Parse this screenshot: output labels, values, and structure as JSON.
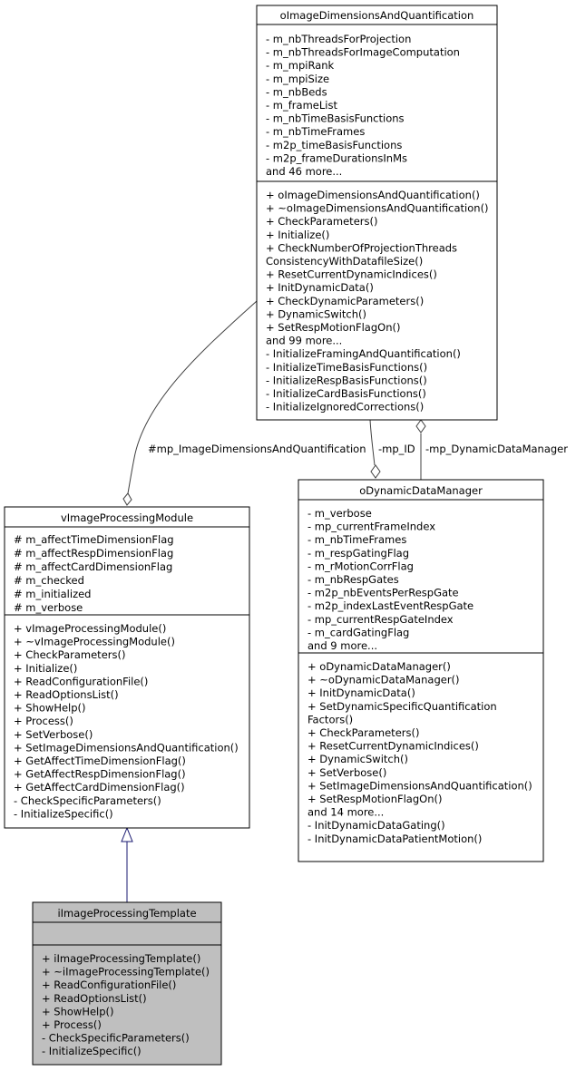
{
  "classes": {
    "image_dimensions": {
      "name": "oImageDimensionsAndQuantification",
      "attributes": [
        "- m_nbThreadsForProjection",
        "- m_nbThreadsForImageComputation",
        "- m_mpiRank",
        "- m_mpiSize",
        "- m_nbBeds",
        "- m_frameList",
        "- m_nbTimeBasisFunctions",
        "- m_nbTimeFrames",
        "- m2p_timeBasisFunctions",
        "- m2p_frameDurationsInMs",
        "and 46 more..."
      ],
      "methods": [
        "+ oImageDimensionsAndQuantification()",
        "+ ~oImageDimensionsAndQuantification()",
        "+ CheckParameters()",
        "+ Initialize()",
        "+ CheckNumberOfProjectionThreads",
        "ConsistencyWithDatafileSize()",
        "+ ResetCurrentDynamicIndices()",
        "+ InitDynamicData()",
        "+ CheckDynamicParameters()",
        "+ DynamicSwitch()",
        "+ SetRespMotionFlagOn()",
        "and 99 more...",
        "- InitializeFramingAndQuantification()",
        "- InitializeTimeBasisFunctions()",
        "- InitializeRespBasisFunctions()",
        "- InitializeCardBasisFunctions()",
        "- InitializeIgnoredCorrections()"
      ]
    },
    "image_processing_module": {
      "name": "vImageProcessingModule",
      "attributes": [
        "# m_affectTimeDimensionFlag",
        "# m_affectRespDimensionFlag",
        "# m_affectCardDimensionFlag",
        "# m_checked",
        "# m_initialized",
        "# m_verbose"
      ],
      "methods": [
        "+ vImageProcessingModule()",
        "+ ~vImageProcessingModule()",
        "+ CheckParameters()",
        "+ Initialize()",
        "+ ReadConfigurationFile()",
        "+ ReadOptionsList()",
        "+ ShowHelp()",
        "+ Process()",
        "+ SetVerbose()",
        "+ SetImageDimensionsAndQuantification()",
        "+ GetAffectTimeDimensionFlag()",
        "+ GetAffectRespDimensionFlag()",
        "+ GetAffectCardDimensionFlag()",
        "- CheckSpecificParameters()",
        "- InitializeSpecific()"
      ]
    },
    "dynamic_data_manager": {
      "name": "oDynamicDataManager",
      "attributes": [
        "- m_verbose",
        "- mp_currentFrameIndex",
        "- m_nbTimeFrames",
        "- m_respGatingFlag",
        "- m_rMotionCorrFlag",
        "- m_nbRespGates",
        "- m2p_nbEventsPerRespGate",
        "- m2p_indexLastEventRespGate",
        "- mp_currentRespGateIndex",
        "- m_cardGatingFlag",
        "and 9 more..."
      ],
      "methods": [
        "+ oDynamicDataManager()",
        "+ ~oDynamicDataManager()",
        "+ InitDynamicData()",
        "+ SetDynamicSpecificQuantification",
        "Factors()",
        "+ CheckParameters()",
        "+ ResetCurrentDynamicIndices()",
        "+ DynamicSwitch()",
        "+ SetVerbose()",
        "+ SetImageDimensionsAndQuantification()",
        "+ SetRespMotionFlagOn()",
        "and 14 more...",
        "- InitDynamicDataGating()",
        "- InitDynamicDataPatientMotion()"
      ]
    },
    "image_processing_template": {
      "name": "iImageProcessingTemplate",
      "attributes": [],
      "methods": [
        "+ iImageProcessingTemplate()",
        "+ ~iImageProcessingTemplate()",
        "+ ReadConfigurationFile()",
        "+ ReadOptionsList()",
        "+ ShowHelp()",
        "+ Process()",
        "- CheckSpecificParameters()",
        "- InitializeSpecific()"
      ]
    }
  },
  "edges": {
    "mp_image_dims": "#mp_ImageDimensionsAndQuantification",
    "mp_id": "-mp_ID",
    "mp_dynamic": "-mp_DynamicDataManager"
  },
  "colors": {
    "box_border": "#000000",
    "box_fill": "#ffffff",
    "highlight_fill": "#bfbfbf",
    "edge_line": "#404040",
    "inheritance_line": "#191970"
  }
}
